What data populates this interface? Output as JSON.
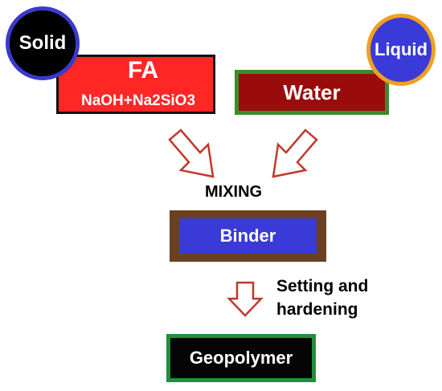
{
  "circles": {
    "solid": "Solid",
    "liquid": "Liquid"
  },
  "boxes": {
    "fa_title": "FA",
    "fa_subtitle": "NaOH+Na2SiO3",
    "water": "Water",
    "binder": "Binder",
    "geopolymer": "Geopolymer"
  },
  "labels": {
    "mixing": "MIXING",
    "setting_line1": "Setting and",
    "setting_line2": "hardening"
  },
  "colors": {
    "fa_fill": "#ff2626",
    "water_fill": "#9a0c0c",
    "water_border": "#3c8c2c",
    "binder_fill": "#3a3ad9",
    "binder_border": "#6a4020",
    "geopolymer_fill": "#050505",
    "geopolymer_border": "#1f8f3c",
    "solid_circle_fill": "#000000",
    "solid_circle_border": "#3a3acb",
    "liquid_circle_fill": "#3a3ad9",
    "liquid_circle_border": "#f0a020",
    "arrow_outline": "#c0392b"
  }
}
